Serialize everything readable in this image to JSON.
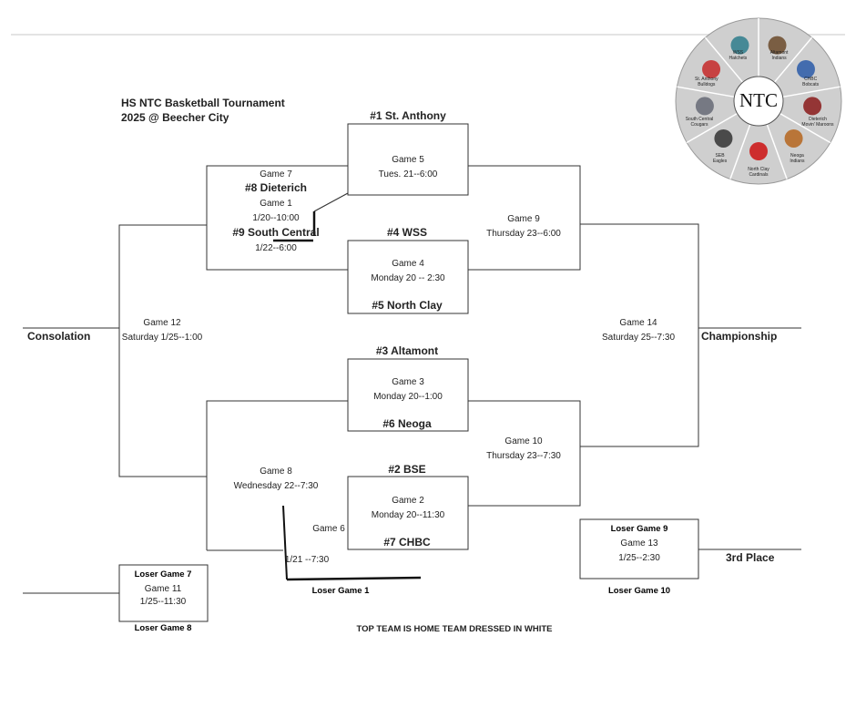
{
  "header": {
    "title_line1": "HS NTC Basketball Tournament",
    "title_line2": "2025 @ Beecher City"
  },
  "seeds": {
    "s1": "#1  St. Anthony",
    "s4": "#4  WSS",
    "s5": "#5   North Clay",
    "s3": "#3  Altamont",
    "s6": "#6  Neoga",
    "s2": "#2  BSE",
    "s7": "#7  CHBC",
    "s8": "#8 Dieterich",
    "s9": "#9 South Central"
  },
  "games": {
    "g5": {
      "name": "Game 5",
      "time": "Tues. 21--6:00"
    },
    "g4": {
      "name": "Game 4",
      "time": "Monday 20 -- 2:30"
    },
    "g3": {
      "name": "Game 3",
      "time": "Monday 20--1:00"
    },
    "g2": {
      "name": "Game 2",
      "time": "Monday 20--11:30"
    },
    "g7": {
      "name": "Game 7",
      "time": "1/22--6:00"
    },
    "g1": {
      "name": "Game 1",
      "time": "1/20--10:00"
    },
    "g9": {
      "name": "Game 9",
      "time": "Thursday 23--6:00"
    },
    "g10": {
      "name": "Game 10",
      "time": "Thursday 23--7:30"
    },
    "g12": {
      "name": "Game 12",
      "time": "Saturday 1/25--1:00"
    },
    "g14": {
      "name": "Game 14",
      "time": "Saturday 25--7:30"
    },
    "g8": {
      "name": "Game 8",
      "time": "Wednesday 22--7:30"
    },
    "g6": {
      "name": "Game 6",
      "time": "1/21 --7:30"
    },
    "g11": {
      "name": "Game 11",
      "time": "1/25--11:30"
    },
    "g13": {
      "name": "Game 13",
      "time": "1/25--2:30"
    }
  },
  "losers": {
    "lg7": "Loser Game 7",
    "lg8": "Loser Game 8",
    "lg1": "Loser Game 1",
    "lg9": "Loser Game 9",
    "lg10": "Loser Game 10"
  },
  "sides": {
    "consolation": "Consolation",
    "championship": "Championship",
    "third_place": "3rd Place"
  },
  "footer": {
    "note": "TOP TEAM IS HOME TEAM DRESSED IN WHITE"
  },
  "logo": {
    "center": "NTC",
    "teams": [
      {
        "l1": "WSS",
        "l2": "Hatchets",
        "color": "#2e7d8c"
      },
      {
        "l1": "Altamont",
        "l2": "Indians",
        "color": "#6b4a2a"
      },
      {
        "l1": "CHBC",
        "l2": "Bobcats",
        "color": "#2a5aa8"
      },
      {
        "l1": "Dieterich",
        "l2": "Movin' Maroons",
        "color": "#8a1a1a"
      },
      {
        "l1": "Neoga",
        "l2": "Indians",
        "color": "#b5651d"
      },
      {
        "l1": "North Clay",
        "l2": "Cardinals",
        "color": "#cc1111"
      },
      {
        "l1": "SEB",
        "l2": "Eagles",
        "color": "#333333"
      },
      {
        "l1": "South Central",
        "l2": "Cougars",
        "color": "#666a75"
      },
      {
        "l1": "St. Anthony",
        "l2": "Bulldogs",
        "color": "#c62828"
      }
    ]
  }
}
